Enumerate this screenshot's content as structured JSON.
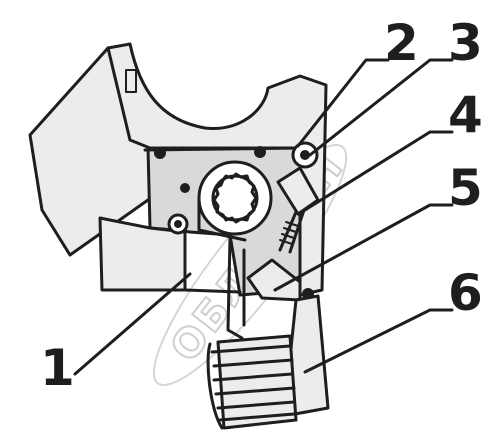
{
  "callouts": [
    {
      "id": "1",
      "label": "1"
    },
    {
      "id": "2",
      "label": "2"
    },
    {
      "id": "3",
      "label": "3"
    },
    {
      "id": "4",
      "label": "4"
    },
    {
      "id": "5",
      "label": "5"
    },
    {
      "id": "6",
      "label": "6"
    }
  ],
  "watermark": {
    "text": "ОБЛАДОН"
  },
  "colors": {
    "ink": "#1e1e1e",
    "shade": "#d9d9d9",
    "background": "#ffffff",
    "watermark": "#cfcfcf"
  }
}
